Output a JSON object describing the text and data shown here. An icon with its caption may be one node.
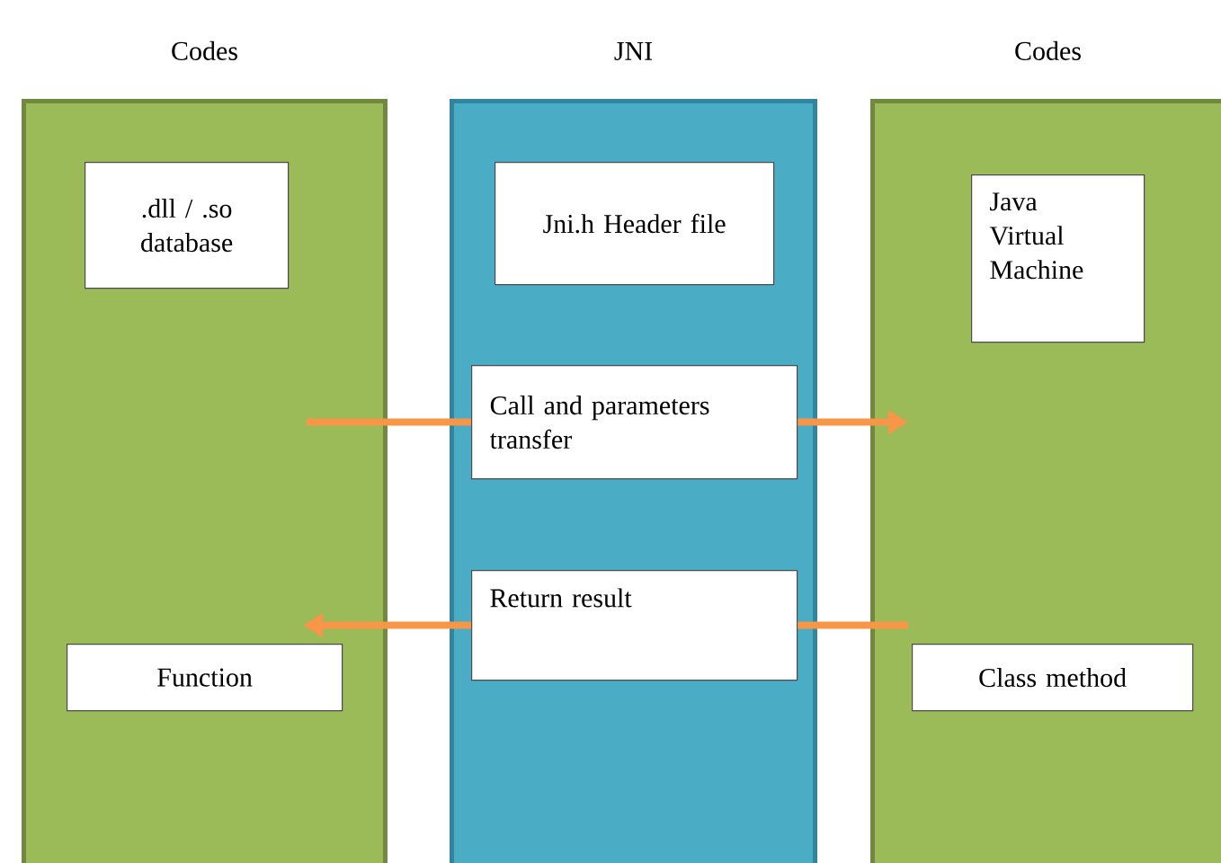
{
  "diagram": {
    "nodes": [
      {
        "text": [
          "Codes"
        ]
      },
      {
        "text": [
          "JNI"
        ]
      },
      {
        "text": [
          "Codes"
        ]
      },
      {
        "text": [
          ".dll / .so database"
        ],
        "in": 0
      },
      {
        "text": [
          "Jni.h Header file"
        ],
        "in": 1
      },
      {
        "text": [
          "Call and parameters transfer"
        ],
        "in": 1
      },
      {
        "text": [
          "Return result"
        ],
        "in": 1
      },
      {
        "text": [
          "Java Virtual Machine"
        ],
        "in": 2
      },
      {
        "text": [
          "Function"
        ],
        "in": 0
      },
      {
        "text": [
          "Class method"
        ],
        "in": 2
      }
    ],
    "edges": [
      {
        "from": 0,
        "to": 5,
        "arrow": "none"
      },
      {
        "from": 5,
        "to": 2,
        "arrow": "to"
      },
      {
        "from": 9,
        "to": 6,
        "arrow": "none"
      },
      {
        "from": 6,
        "to": 8,
        "arrow": "to"
      }
    ]
  }
}
